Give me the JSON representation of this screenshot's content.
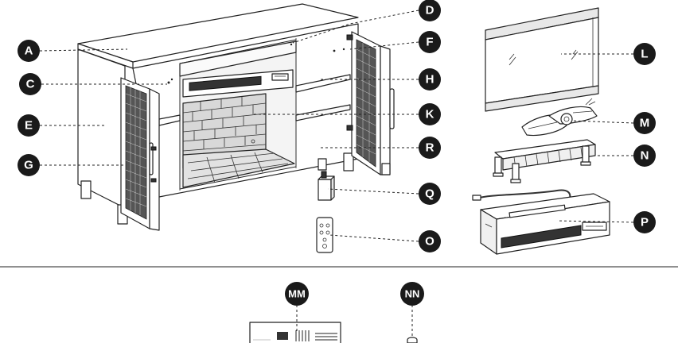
{
  "diagram": {
    "callouts": [
      {
        "id": "A",
        "label": "A"
      },
      {
        "id": "C",
        "label": "C"
      },
      {
        "id": "E",
        "label": "E"
      },
      {
        "id": "G",
        "label": "G"
      },
      {
        "id": "D",
        "label": "D"
      },
      {
        "id": "F",
        "label": "F"
      },
      {
        "id": "H",
        "label": "H"
      },
      {
        "id": "K",
        "label": "K"
      },
      {
        "id": "R",
        "label": "R"
      },
      {
        "id": "Q",
        "label": "Q"
      },
      {
        "id": "O",
        "label": "O"
      },
      {
        "id": "L",
        "label": "L"
      },
      {
        "id": "M",
        "label": "M"
      },
      {
        "id": "N",
        "label": "N"
      },
      {
        "id": "P",
        "label": "P"
      },
      {
        "id": "MM",
        "label": "MM"
      },
      {
        "id": "NN",
        "label": "NN"
      }
    ],
    "colors": {
      "badge": "#1a1a1a",
      "line": "#222222",
      "brick": "#d8d8d8",
      "background": "#ffffff"
    }
  }
}
